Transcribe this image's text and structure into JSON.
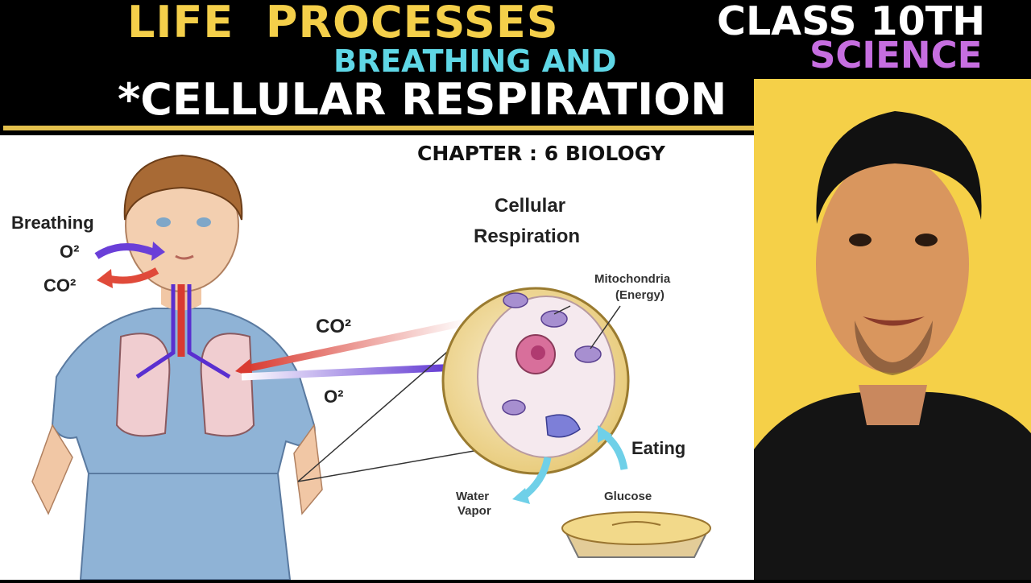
{
  "header": {
    "title": "LIFE  PROCESSES",
    "subtitle_line1": "BREATHING AND",
    "subtitle_line2": "*CELLULAR RESPIRATION",
    "class_label": "CLASS 10TH",
    "subject_label": "SCIENCE",
    "chapter": "CHAPTER : 6 BIOLOGY"
  },
  "diagram": {
    "breathing": "Breathing",
    "o2_left": "O²",
    "co2_left": "CO²",
    "co2_mid": "CO²",
    "o2_mid": "O²",
    "cellular_line1": "Cellular",
    "cellular_line2": "Respiration",
    "mito_line1": "Mitochondria",
    "mito_line2": "(Energy)",
    "eating": "Eating",
    "water_line1": "Water",
    "water_line2": "Vapor",
    "glucose": "Glucose"
  },
  "colors": {
    "title_yellow": "#f4cf4a",
    "subtitle_cyan": "#5fd7e6",
    "subject_purple": "#c66ee0",
    "photo_bg": "#f5d048"
  }
}
